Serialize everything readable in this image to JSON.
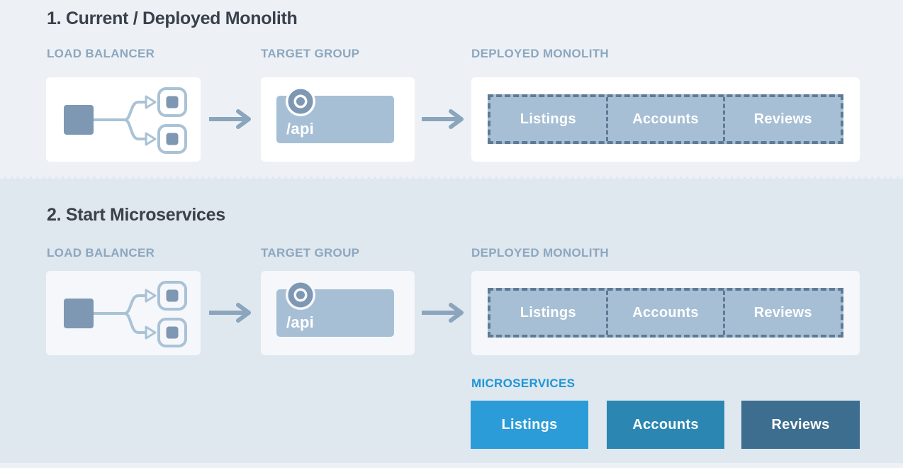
{
  "sections": [
    {
      "title": "1. Current / Deployed Monolith",
      "labels": {
        "load_balancer": "LOAD BALANCER",
        "target_group": "TARGET GROUP",
        "deployed_monolith": "DEPLOYED MONOLITH"
      },
      "api_path": "/api"
    },
    {
      "title": "2. Start Microservices",
      "labels": {
        "load_balancer": "LOAD BALANCER",
        "target_group": "TARGET GROUP",
        "deployed_monolith": "DEPLOYED MONOLITH"
      },
      "api_path": "/api",
      "microservices_label": "MICROSERVICES"
    }
  ],
  "monolith": {
    "segments": [
      "Listings",
      "Accounts",
      "Reviews"
    ]
  },
  "microservices": {
    "items": [
      {
        "label": "Listings",
        "color": "#2B9CD8"
      },
      {
        "label": "Accounts",
        "color": "#2B87B1"
      },
      {
        "label": "Reviews",
        "color": "#3D6E8F"
      }
    ]
  },
  "colors": {
    "section1_bg": "#EDF1F6",
    "section2_bg": "#DFE7EF",
    "heading_text": "#3A414B",
    "column_label_text": "#8CA7BF",
    "diagram_slate_fill": "#7E97B3",
    "diagram_line": "#A9C2D6",
    "monolith_fill": "#A6BFD5",
    "monolith_dash": "#5E7A95",
    "arrow": "#8AA5BC",
    "microservices_label": "#1E96D5"
  }
}
